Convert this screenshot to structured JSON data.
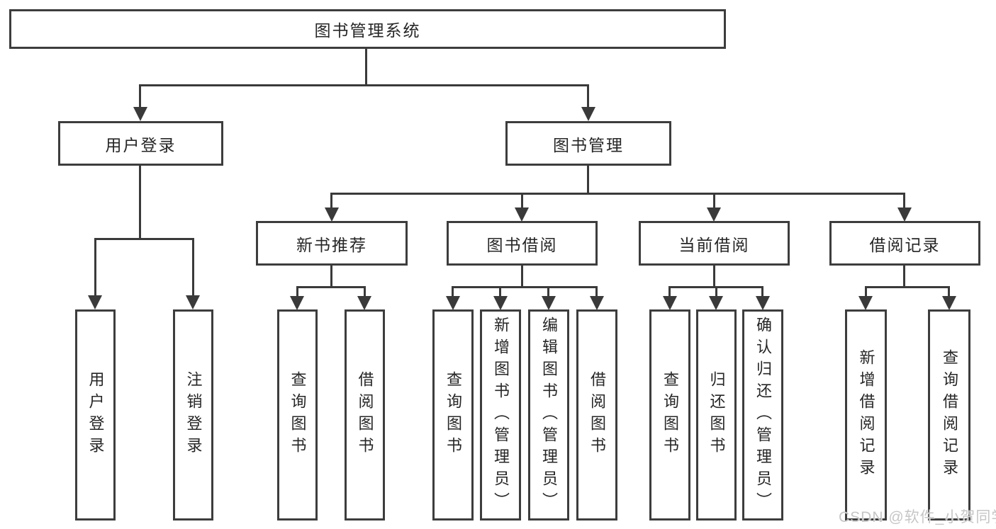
{
  "tree": {
    "root": {
      "label": "图书管理系统",
      "children": [
        {
          "label": "用户登录",
          "children": [
            {
              "label": "用户登录"
            },
            {
              "label": "注销登录"
            }
          ]
        },
        {
          "label": "图书管理",
          "children": [
            {
              "label": "新书推荐",
              "children": [
                {
                  "label": "查询图书"
                },
                {
                  "label": "借阅图书"
                }
              ]
            },
            {
              "label": "图书借阅",
              "children": [
                {
                  "label": "查询图书"
                },
                {
                  "label": "新增图书（管理员）"
                },
                {
                  "label": "编辑图书（管理员）"
                },
                {
                  "label": "借阅图书"
                }
              ]
            },
            {
              "label": "当前借阅",
              "children": [
                {
                  "label": "查询图书"
                },
                {
                  "label": "归还图书"
                },
                {
                  "label": "确认归还（管理员）"
                }
              ]
            },
            {
              "label": "借阅记录",
              "children": [
                {
                  "label": "新增借阅记录"
                },
                {
                  "label": "查询借阅记录"
                }
              ]
            }
          ]
        }
      ]
    }
  },
  "watermark": "CSDN @软件_小贺同学",
  "colors": {
    "line": "#3a3a3a",
    "border": "#3d3d3d",
    "text": "#262626",
    "background": "#ffffff",
    "watermark": "#c6c6c6"
  }
}
